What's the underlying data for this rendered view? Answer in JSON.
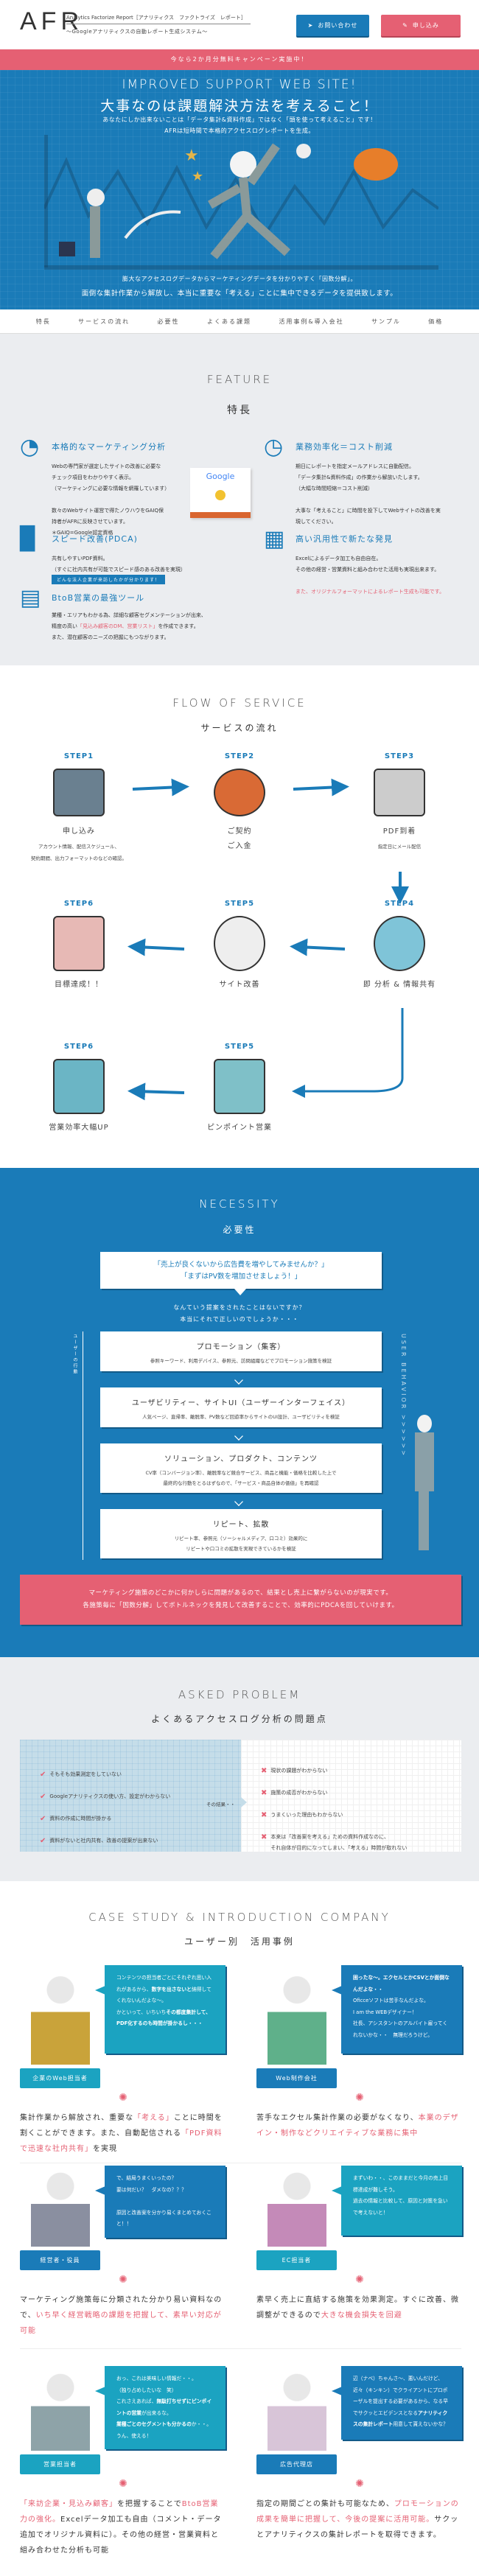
{
  "header": {
    "logo": "AFR",
    "logo_sub1": "Analytics Factorize Report［アナリティクス　ファクトライズ　レポート］",
    "logo_sub2": "～Googleアナリティクスの自動レポート生成システム～",
    "contact_button": "お問い合わせ",
    "apply_button": "申し込み"
  },
  "campaign": "今なら2か月分無料キャンペーン実施中！",
  "hero": {
    "en": "IMPROVED SUPPORT WEB SITE!",
    "title": "大事なのは課題解決方法を考えること！",
    "sub1": "あなたにしか出来ないことは「データ集計&資料作成」ではなく「頭を使って考えること」です！",
    "sub2": "AFRは短時間で本格的アクセスログレポートを生成。",
    "bottom1": "膨大なアクセスログデータからマーケティングデータを分かりやすく「因数分解」。",
    "bottom2": "面倒な集計作業から解放し、本当に重要な「考える」ことに集中できるデータを提供致します。"
  },
  "nav": [
    "特長",
    "サービスの流れ",
    "必要性",
    "よくある課題",
    "活用事例&導入会社",
    "サンプル",
    "価格"
  ],
  "feature": {
    "en": "FEATURE",
    "jp": "特長",
    "items": [
      {
        "icon": "pie-chart-icon",
        "title": "本格的なマーケティング分析",
        "body": [
          [
            [
              "Webの専門家が選定したサイトの改善に必要な",
              0
            ]
          ],
          [
            [
              "チェック項目をわかりやすく表示。",
              0
            ]
          ],
          [
            [
              "（マーケティングに必要な情報を網羅しています）",
              0
            ]
          ],
          [
            [
              " ",
              0
            ]
          ],
          [
            [
              "数々のWebサイト運営で得たノウハウをGAIQ保",
              0
            ]
          ],
          [
            [
              "持者がAFRに反映させています。",
              0
            ]
          ],
          [
            [
              "＊GAIQ=Google認定資格",
              0
            ]
          ]
        ],
        "image_text": "Google"
      },
      {
        "icon": "clock-icon",
        "title": "業務効率化＝コスト削減",
        "body": [
          [
            [
              "期日にレポートを指定メールアドレスに自動配信。",
              0
            ]
          ],
          [
            [
              "「データ集計&資料作成」の作業から解放いたします。",
              0
            ]
          ],
          [
            [
              "（大幅な時間短縮＝コスト削減）",
              0
            ]
          ],
          [
            [
              " ",
              0
            ]
          ],
          [
            [
              "大事な「考えること」に時間を投下してWebサイトの改善を実",
              0
            ]
          ],
          [
            [
              "現してください。",
              0
            ]
          ]
        ]
      },
      {
        "icon": "document-icon",
        "title": "スピード改善(PDCA)",
        "body": [
          [
            [
              "共有しやすいPDF資料。",
              0
            ]
          ],
          [
            [
              "（すぐに社内共有が可能でスピード感のある改善を実現）",
              0
            ]
          ]
        ]
      },
      {
        "icon": "table-icon",
        "title": "高い汎用性で新たな発見",
        "body": [
          [
            [
              "Excelによるデータ加工も自由自在。",
              0
            ]
          ],
          [
            [
              "その他の経営・営業資料と組み合わせた活用も実現出来ます。",
              0
            ]
          ],
          [
            [
              " ",
              0
            ]
          ],
          [
            [
              "また、オリジナルフォーマットによるレポート生成も可能です。",
              1
            ]
          ]
        ]
      },
      {
        "icon": "list-icon",
        "tag": "どんな法人企業が来訪したかが分かります！",
        "title": "BtoB営業の最強ツール",
        "body": [
          [
            [
              "業種・エリアもわかる為、詳細な顧客セグメンテーションが出来、",
              0
            ]
          ],
          [
            [
              "精度の高い",
              0
            ],
            [
              "「見込み顧客のDM、営業リスト」",
              1
            ],
            [
              "を作成できます。",
              0
            ]
          ],
          [
            [
              "また、潜在顧客のニーズの把握にもつながります。",
              0
            ]
          ]
        ]
      }
    ]
  },
  "flow": {
    "en": "FLOW OF SERVICE",
    "jp": "サービスの流れ",
    "steps": [
      {
        "label": "STEP1",
        "name": "申し込み",
        "desc": "アカウント情報、配信スケジュール、\n契約期間、出力フォーマットのなどの確認。",
        "icon": "laptop-icon"
      },
      {
        "label": "STEP2",
        "name": "ご契約\nご入金",
        "desc": "",
        "icon": "contract-stamp-icon"
      },
      {
        "label": "STEP3",
        "name": "PDF到着",
        "desc": "指定日にメール配信",
        "icon": "pdf-envelope-icon"
      },
      {
        "label": "STEP4",
        "name": "即 分析 & 情報共有",
        "desc": "",
        "icon": "speech-bubbles-icon"
      },
      {
        "label": "STEP5",
        "name": "サイト改善",
        "desc": "",
        "icon": "lightbulb-icon"
      },
      {
        "label": "STEP6",
        "name": "目標達成！！",
        "desc": "",
        "icon": "thumbs-up-icon"
      },
      {
        "label": "STEP5",
        "name": "ピンポイント営業",
        "desc": "",
        "icon": "phone-documents-icon"
      },
      {
        "label": "STEP6",
        "name": "営業効率大幅UP",
        "desc": "",
        "icon": "growth-chart-icon"
      }
    ]
  },
  "necessity": {
    "en": "NECESSITY",
    "jp": "必要性",
    "quote1": "「売上が良くないから広告費を増やしてみませんか？」",
    "quote2": "「まずはPV数を増加させましょう！」",
    "question1": "なんていう提案をされたことはないですか？",
    "question2": "本当にそれで正しいのでしょうか・・・",
    "side_left": "ユーザーの行動",
    "side_right": "USER BEHAVIOR >>>>>>",
    "boxes": [
      {
        "head": "プロモーション（集客）",
        "desc": "参照キーワード、利用デバイス、参照元、訪問組織などでプロモーション施策を検証"
      },
      {
        "head": "ユーザビリティー、サイトUI（ユーザーインターフェイス）",
        "desc": "人気ページ、直帰率、離脱率、PV数など回遊率からサイトのUI設計、ユーザビリティを検証"
      },
      {
        "head": "ソリューション、プロダクト、コンテンツ",
        "desc": "CV率（コンバージョン率）、離脱率など競合サービス、商品と機能・価格を比較した上で\n最終的な行動をとるはずなので、「サービス・商品自体の価値」を再確認"
      },
      {
        "head": "リピート、拡散",
        "desc": "リピート率、参照元（ソーシャルメディア、口コミ）効果的に\nリピートや口コミの拡散を実現できているかを検証"
      }
    ],
    "conclusion1": "マーケティング施策のどこかに何かしらに問題があるので、結果とし売上に繋がらないのが現実です。",
    "conclusion2": "各施策毎に「因数分解」してボトルネックを発見して改善することで、効率的にPDCAを回していけます。"
  },
  "problem": {
    "en": "ASKED PROBLEM",
    "jp": "よくあるアクセスログ分析の問題点",
    "causes": [
      "そもそも効果測定をしていない",
      "Googleアナリティクスの使い方、設定がわからない",
      "資料の作成に時間が掛かる",
      "資料がないと社内共有、改善の提案が出来ない"
    ],
    "arrow_label": "その結果・・",
    "results": [
      "現状の課題がわからない",
      "施策の成否がわからない",
      "うまくいった理由もわからない",
      "本来は「改善案を考える」ための資料作成なのに、\nそれ自体が目的になってしまい、「考える」時間が取れない"
    ]
  },
  "cases": {
    "en": "CASE STUDY & INTRODUCTION COMPANY",
    "jp": "ユーザー別　活用事例",
    "accent_teal": "#1ba3c1",
    "accent_blue": "#1a7bb8",
    "items": [
      {
        "label": "企業のWeb担当者",
        "color": "teal",
        "bubble": [
          [
            "コンテンツの担当者ごとにそれぞれ思い入れがあるから、",
            0
          ],
          [
            "数字を出さないと",
            1
          ],
          [
            "納得してくれないんだよな〜。\nかといって、いちいち",
            0
          ],
          [
            "その都度集計して、PDF化するのも時間が掛かるし・・・",
            1
          ]
        ],
        "result": [
          [
            "集計作業から解放され、重要な",
            0
          ],
          [
            "「考える」",
            1
          ],
          [
            "ことに時間を割くことができます。また、自動配信される",
            0
          ],
          [
            "「PDF資料で迅速な社内共有」",
            1
          ],
          [
            "を実現",
            0
          ]
        ]
      },
      {
        "label": "Web制作会社",
        "color": "blue",
        "bubble": [
          [
            "困ったな〜。エクセルとかCSVとか面倒なんだよな・・",
            1
          ],
          [
            "\nOficceソフトは苦手なんだよな。\nI am the WEBデザイナー！\n社長、アシスタントのアルバイト雇ってくれないかな・・　無理だろうけど。",
            0
          ]
        ],
        "result": [
          [
            "苦手なエクセル集計作業の必要がなくなり、",
            0
          ],
          [
            "本業のデザイン・制作などクリエイティブな業務に集中",
            1
          ]
        ]
      },
      {
        "label": "経営者・役員",
        "color": "blue",
        "bubble": [
          [
            "で、結局うまくいったの？\n要は何だい？　ダメなの？？？\n\n原因と改善案を分かり易くまとめておくこと！！",
            0
          ]
        ],
        "result": [
          [
            "マーケティング施策毎に分類された分かり易い資料なので、",
            0
          ],
          [
            "いち早く経営戦略の課題を把握して、素早い対応が可能",
            1
          ]
        ]
      },
      {
        "label": "EC担当者",
        "color": "teal",
        "bubble": [
          [
            "まずいわ・・、このままだと今月の売上目標達成が難しそう。\n過去の情報と比較して、原因と対策を急いで考えないと！",
            0
          ]
        ],
        "result": [
          [
            "素早く売上に直結する施策を効果測定。すぐに改善、微調整ができるので",
            0
          ],
          [
            "大きな機会損失を回避",
            1
          ]
        ]
      },
      {
        "label": "営業担当者",
        "color": "teal",
        "bubble": [
          [
            "おっ、これは美味しい情報だ・・。\n（独り占めしたいな　笑）\nこれさえあれば、",
            0
          ],
          [
            "無駄打ちせずにピンポイントの営業",
            1
          ],
          [
            "が出来るな。\n",
            0
          ],
          [
            "業種ごとのセグメントも分かるの",
            1
          ],
          [
            "か・・。うん、使える！",
            0
          ]
        ],
        "result": [
          [
            "「来訪企業・見込み顧客」",
            1
          ],
          [
            "を把握することで",
            0
          ],
          [
            "BtoB営業力の強化。",
            1
          ],
          [
            "Excelデータ加工も自由（コメント・データ追加でオリジナル資料に）。その他の経営・営業資料と組み合わせた分析も可能",
            0
          ]
        ]
      },
      {
        "label": "広告代理店",
        "color": "blue",
        "bubble": [
          [
            "辺（ナベ）ちゃんさ〜、悪いんだけど、近々（キンキン）でクライアントにプロポーザルを提出する必要があるから、なる早でサクッとエビデンスとなる",
            0
          ],
          [
            "アナリティクスの集計レポート",
            1
          ],
          [
            "用意して貰えないかな？",
            0
          ]
        ],
        "result": [
          [
            "指定の期間ごとの集計も可能なため、",
            0
          ],
          [
            "プロモーションの成果を簡単に把握して、今後の提案に活用可能。",
            1
          ],
          [
            "サクッとアナリティクスの集計レポートを取得できます。",
            0
          ]
        ]
      }
    ]
  }
}
